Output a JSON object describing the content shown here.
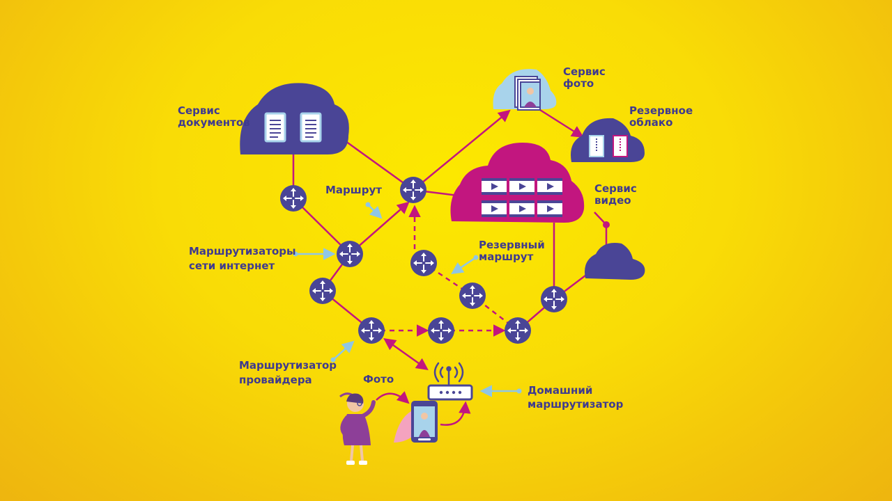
{
  "labels": {
    "docs_service": [
      "Сервис",
      "документов"
    ],
    "photo_service": [
      "Сервис",
      "фото"
    ],
    "backup_cloud": [
      "Резервное",
      "облако"
    ],
    "video_service": [
      "Сервис",
      "видео"
    ],
    "route": "Маршрут",
    "backup_route": [
      "Резервный",
      "маршрут"
    ],
    "internet_routers": [
      "Маршрутизаторы",
      "сети интернет"
    ],
    "provider_router": [
      "Маршрутизатор",
      "провайдера"
    ],
    "photo": "Фото",
    "home_router": [
      "Домашний",
      "маршрутизатор"
    ]
  },
  "colors": {
    "navy": "#4a4596",
    "magenta": "#c2167f",
    "light_blue": "#a8d3eb",
    "label": "#3f3a8f",
    "background": "#f9dc06"
  },
  "icons": [
    "router-icon",
    "document-icon",
    "video-icon",
    "zip-file-icon",
    "photo-frame-icon",
    "wifi-icon",
    "smartphone-icon"
  ]
}
